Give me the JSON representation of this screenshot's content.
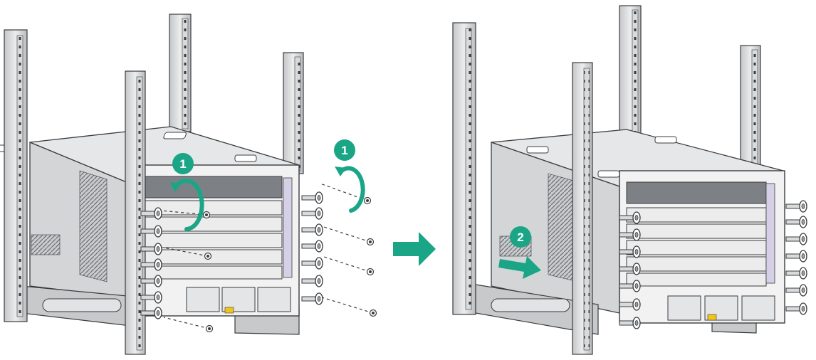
{
  "figure": {
    "description_free": true,
    "panels": [
      {
        "id": "before",
        "step_marker_1": "1",
        "step_marker_2": "1"
      },
      {
        "id": "after",
        "step_marker": "2"
      }
    ],
    "colors": {
      "accent": "#1aa686",
      "metal": "#d9dadb",
      "metal_dark": "#9ea1a4",
      "outline": "#3a3c3f",
      "chassis_top": "#e6e7e8",
      "chassis_side": "#d3d5d7",
      "front": "#f2f2f2",
      "vent": "#7d8084",
      "yellow": "#f0c419"
    },
    "icons": [
      "rack-post",
      "rack-chassis",
      "screw",
      "captive-screw",
      "rotate-arrow-icon",
      "slide-arrow-icon",
      "arrow-right-icon"
    ]
  }
}
